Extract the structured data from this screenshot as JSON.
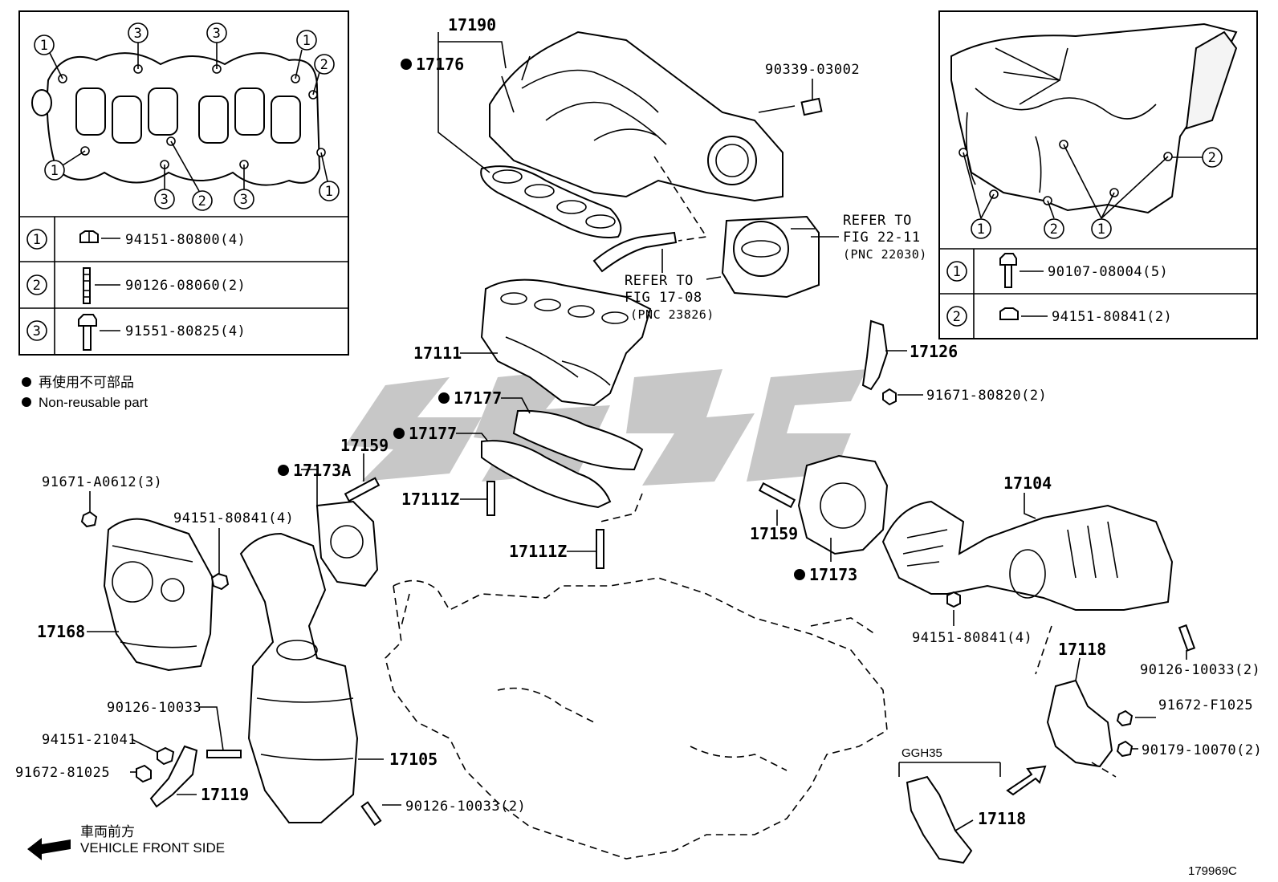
{
  "diagram_id": "179969C",
  "legend_box_left": {
    "callouts": [
      "1",
      "2",
      "3"
    ],
    "rows": [
      {
        "key": "1",
        "part": "94151-80800(4)",
        "icon": "flange-nut-icon"
      },
      {
        "key": "2",
        "part": "90126-08060(2)",
        "icon": "stud-bolt-icon"
      },
      {
        "key": "3",
        "part": "91551-80825(4)",
        "icon": "flange-bolt-icon"
      }
    ]
  },
  "legend_box_right": {
    "callouts": [
      "1",
      "2"
    ],
    "rows": [
      {
        "key": "1",
        "part": "90107-08004(5)",
        "icon": "flange-bolt-icon"
      },
      {
        "key": "2",
        "part": "94151-80841(2)",
        "icon": "flange-nut-icon"
      }
    ]
  },
  "notes": {
    "nonreusable_jp": "再使用不可部品",
    "nonreusable_en": "Non-reusable part",
    "front_jp": "車両前方",
    "front_en": "VEHICLE FRONT SIDE"
  },
  "refs": {
    "ref1": [
      "REFER TO",
      "FIG 17-08",
      "(PNC 23826)"
    ],
    "ref2": [
      "REFER TO",
      "FIG 22-11",
      "(PNC 22030)"
    ]
  },
  "model_code": "GGH35",
  "labels": {
    "p17190": "17190",
    "p17176": "17176",
    "p90339": "90339-03002",
    "p17111": "17111",
    "p17126": "17126",
    "p91671_80820": "91671-80820(2)",
    "p17177a": "17177",
    "p17177b": "17177",
    "p17159a": "17159",
    "p17173A": "17173A",
    "p17111Za": "17111Z",
    "p17111Zb": "17111Z",
    "p91671_A0612": "91671-A0612(3)",
    "p94151_80841_4a": "94151-80841(4)",
    "p17168": "17168",
    "p17159b": "17159",
    "p17173": "17173",
    "p17104": "17104",
    "p94151_80841_4b": "94151-80841(4)",
    "p90126_10033_2a": "90126-10033(2)",
    "p17118a": "17118",
    "p91672_F1025": "91672-F1025",
    "p90179_10070": "90179-10070(2)",
    "p17118b": "17118",
    "p90126_10033": "90126-10033",
    "p94151_21041": "94151-21041",
    "p91672_81025": "91672-81025",
    "p17119": "17119",
    "p17105": "17105",
    "p90126_10033_2b": "90126-10033(2)"
  }
}
